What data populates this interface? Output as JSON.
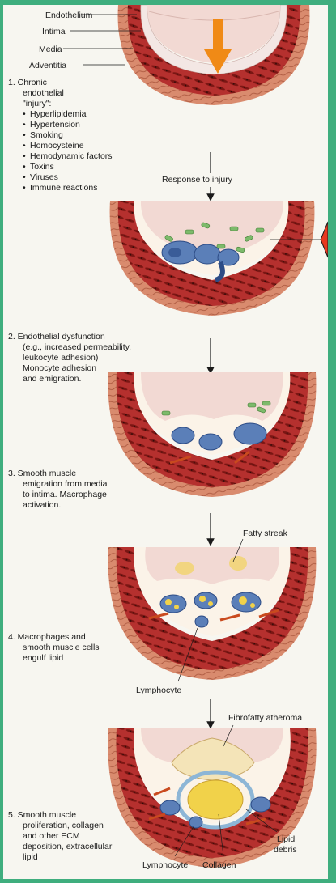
{
  "layer_labels": {
    "endothelium": "Endothelium",
    "intima": "Intima",
    "media": "Media",
    "adventitia": "Adventitia"
  },
  "stage1": {
    "title_lines": [
      "1. Chronic",
      "endothelial",
      "\"injury\":"
    ],
    "causes": [
      "Hyperlipidemia",
      "Hypertension",
      "Smoking",
      "Homocysteine",
      "Hemodynamic factors",
      "Toxins",
      "Viruses",
      "Immune reactions"
    ],
    "bullet": "•"
  },
  "response_to_injury": "Response to injury",
  "stage2": {
    "lines": [
      "2. Endothelial dysfunction",
      "(e.g., increased permeability,",
      "leukocyte adhesion)",
      "Monocyte adhesion",
      "and emigration."
    ]
  },
  "stage3": {
    "lines": [
      "3. Smooth muscle",
      "emigration from media",
      "to intima. Macrophage",
      "activation."
    ]
  },
  "stage4": {
    "lines": [
      "4. Macrophages and",
      "smooth muscle cells",
      "engulf lipid"
    ],
    "fatty_streak": "Fatty streak",
    "lymphocyte": "Lymphocyte"
  },
  "stage5": {
    "lines": [
      "5. Smooth muscle",
      "proliferation, collagen",
      "and other ECM",
      "deposition, extracellular",
      "lipid"
    ],
    "fibrofatty_atheroma": "Fibrofatty atheroma",
    "lymphocyte": "Lymphocyte",
    "collagen": "Collagen",
    "lipid_debris_lines": [
      "Lipid",
      "debris"
    ]
  },
  "colors": {
    "background": "#3fae7e",
    "paper": "#f7f6f0",
    "media_red": "#b5302e",
    "adventitia": "#d98b6e",
    "lumen": "#f2d9d3",
    "monocyte": "#5b7fb8",
    "lipid": "#f1d24a",
    "pointer_red": "#e8381f",
    "injury_arrow": "#f08a16"
  }
}
